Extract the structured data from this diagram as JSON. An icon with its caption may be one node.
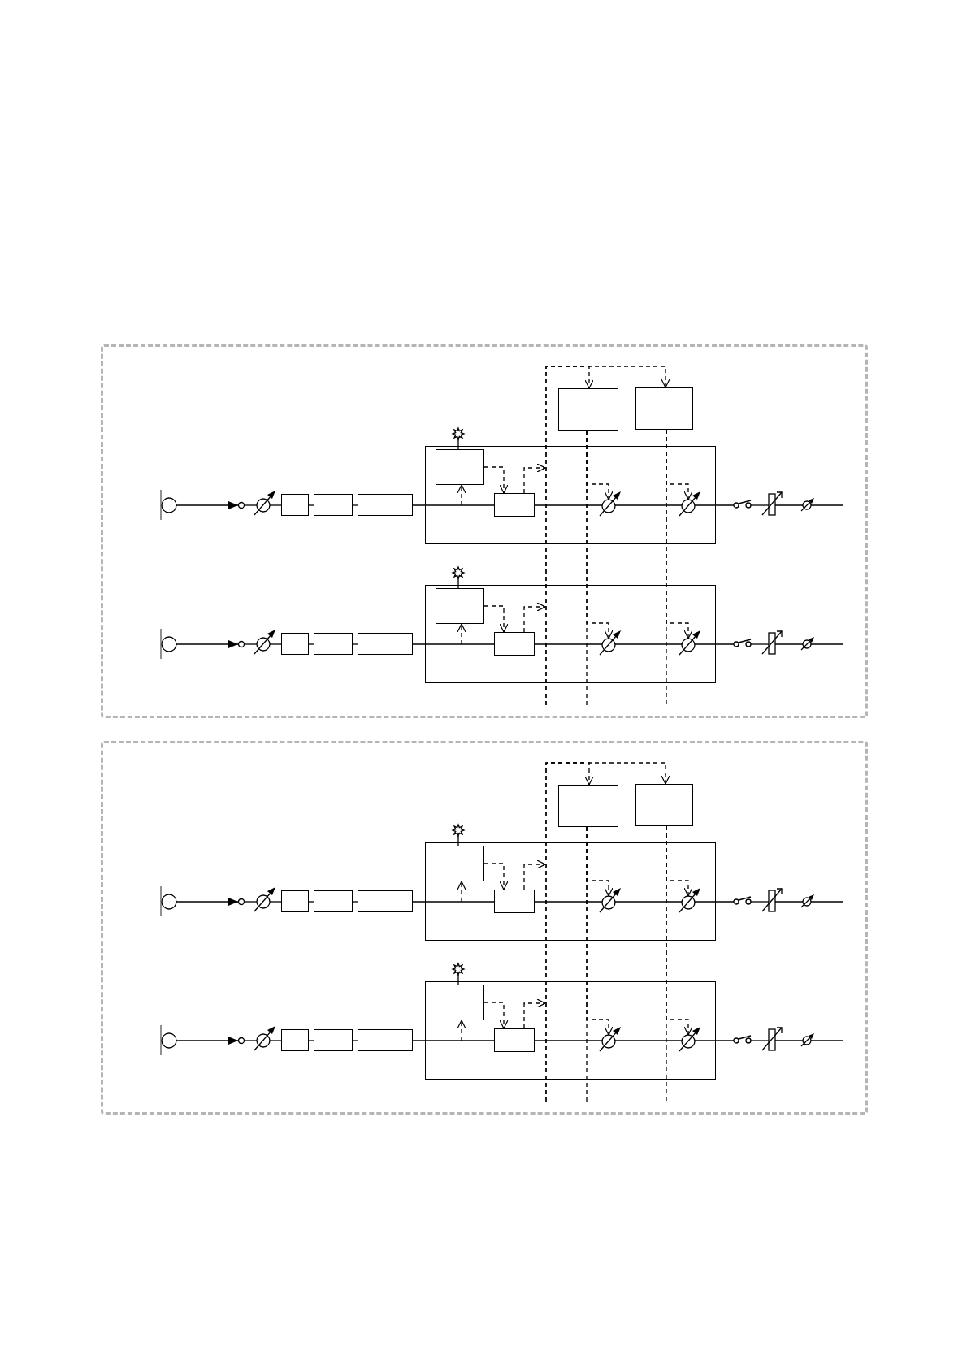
{
  "diagram": {
    "nodes": [
      {
        "text": [],
        "shape": "box"
      },
      {
        "text": [],
        "shape": "box",
        "in": 0
      },
      {
        "text": [],
        "shape": "box",
        "in": 0
      },
      {
        "text": [],
        "shape": "box",
        "in": 0
      },
      {
        "text": [],
        "shape": "box",
        "in": 3
      },
      {
        "text": [],
        "shape": "box",
        "in": 3
      },
      {
        "text": [],
        "shape": "star",
        "in": 0
      },
      {
        "text": [],
        "shape": "circle",
        "in": 0
      },
      {
        "text": [],
        "shape": "circle",
        "in": 0
      },
      {
        "text": [],
        "shape": "circle",
        "in": 0
      },
      {
        "text": [],
        "shape": "box",
        "in": 0
      },
      {
        "text": [],
        "shape": "box",
        "in": 0
      },
      {
        "text": [],
        "shape": "box",
        "in": 0
      },
      {
        "text": [],
        "shape": "circle",
        "in": 3
      },
      {
        "text": [],
        "shape": "circle",
        "in": 3
      },
      {
        "text": [],
        "shape": "switch",
        "in": 0
      },
      {
        "text": [],
        "shape": "box",
        "in": 0
      },
      {
        "text": [],
        "shape": "circle",
        "in": 0
      },
      {
        "text": [],
        "shape": "box",
        "in": 0
      },
      {
        "text": [],
        "shape": "box",
        "in": 18
      },
      {
        "text": [],
        "shape": "box",
        "in": 18
      },
      {
        "text": [],
        "shape": "star",
        "in": 0
      },
      {
        "text": [],
        "shape": "circle",
        "in": 0
      },
      {
        "text": [],
        "shape": "circle",
        "in": 0
      },
      {
        "text": [],
        "shape": "circle",
        "in": 0
      },
      {
        "text": [],
        "shape": "box",
        "in": 0
      },
      {
        "text": [],
        "shape": "box",
        "in": 0
      },
      {
        "text": [],
        "shape": "box",
        "in": 0
      },
      {
        "text": [],
        "shape": "circle",
        "in": 18
      },
      {
        "text": [],
        "shape": "circle",
        "in": 18
      },
      {
        "text": [],
        "shape": "switch",
        "in": 0
      },
      {
        "text": [],
        "shape": "box",
        "in": 0
      },
      {
        "text": [],
        "shape": "circle",
        "in": 0
      },
      {
        "text": [],
        "shape": "box"
      },
      {
        "text": [],
        "shape": "box",
        "in": 33
      },
      {
        "text": [],
        "shape": "box",
        "in": 33
      },
      {
        "text": [],
        "shape": "box",
        "in": 33
      },
      {
        "text": [],
        "shape": "box",
        "in": 36
      },
      {
        "text": [],
        "shape": "box",
        "in": 36
      },
      {
        "text": [],
        "shape": "star",
        "in": 33
      },
      {
        "text": [],
        "shape": "circle",
        "in": 33
      },
      {
        "text": [],
        "shape": "circle",
        "in": 33
      },
      {
        "text": [],
        "shape": "circle",
        "in": 33
      },
      {
        "text": [],
        "shape": "box",
        "in": 33
      },
      {
        "text": [],
        "shape": "box",
        "in": 33
      },
      {
        "text": [],
        "shape": "box",
        "in": 33
      },
      {
        "text": [],
        "shape": "circle",
        "in": 36
      },
      {
        "text": [],
        "shape": "circle",
        "in": 36
      },
      {
        "text": [],
        "shape": "switch",
        "in": 33
      },
      {
        "text": [],
        "shape": "box",
        "in": 33
      },
      {
        "text": [],
        "shape": "circle",
        "in": 33
      },
      {
        "text": [],
        "shape": "box",
        "in": 33
      },
      {
        "text": [],
        "shape": "box",
        "in": 51
      },
      {
        "text": [],
        "shape": "box",
        "in": 51
      },
      {
        "text": [],
        "shape": "star",
        "in": 33
      },
      {
        "text": [],
        "shape": "circle",
        "in": 33
      },
      {
        "text": [],
        "shape": "circle",
        "in": 33
      },
      {
        "text": [],
        "shape": "circle",
        "in": 33
      },
      {
        "text": [],
        "shape": "box",
        "in": 33
      },
      {
        "text": [],
        "shape": "box",
        "in": 33
      },
      {
        "text": [],
        "shape": "box",
        "in": 33
      },
      {
        "text": [],
        "shape": "circle",
        "in": 51
      },
      {
        "text": [],
        "shape": "circle",
        "in": 51
      },
      {
        "text": [],
        "shape": "switch",
        "in": 33
      },
      {
        "text": [],
        "shape": "box",
        "in": 33
      },
      {
        "text": [],
        "shape": "circle",
        "in": 33
      }
    ],
    "edges": [
      {
        "from": 7,
        "to": 8,
        "arrow": "to"
      },
      {
        "from": 8,
        "to": 9,
        "arrow": "none"
      },
      {
        "from": 9,
        "to": 10,
        "arrow": "none"
      },
      {
        "from": 10,
        "to": 11,
        "arrow": "none"
      },
      {
        "from": 11,
        "to": 12,
        "arrow": "none"
      },
      {
        "from": 12,
        "to": 5,
        "arrow": "none"
      },
      {
        "from": 5,
        "to": 13,
        "arrow": "none"
      },
      {
        "from": 13,
        "to": 14,
        "arrow": "none"
      },
      {
        "from": 14,
        "to": 15,
        "arrow": "none"
      },
      {
        "from": 15,
        "to": 16,
        "arrow": "none"
      },
      {
        "from": 16,
        "to": 17,
        "arrow": "none"
      },
      {
        "from": 17,
        "to": null,
        "arrow": "none"
      },
      {
        "from": 4,
        "to": 6,
        "arrow": "none"
      },
      {
        "from": null,
        "to": 4,
        "arrow": "to",
        "style": "dashed"
      },
      {
        "from": 4,
        "to": 5,
        "arrow": "to",
        "style": "dashed"
      },
      {
        "from": 5,
        "to": null,
        "arrow": "to",
        "style": "dashed"
      },
      {
        "from": 22,
        "to": 23,
        "arrow": "to"
      },
      {
        "from": 23,
        "to": 24,
        "arrow": "none"
      },
      {
        "from": 24,
        "to": 25,
        "arrow": "none"
      },
      {
        "from": 25,
        "to": 26,
        "arrow": "none"
      },
      {
        "from": 26,
        "to": 27,
        "arrow": "none"
      },
      {
        "from": 27,
        "to": 20,
        "arrow": "none"
      },
      {
        "from": 20,
        "to": 28,
        "arrow": "none"
      },
      {
        "from": 28,
        "to": 29,
        "arrow": "none"
      },
      {
        "from": 29,
        "to": 30,
        "arrow": "none"
      },
      {
        "from": 30,
        "to": 31,
        "arrow": "none"
      },
      {
        "from": 31,
        "to": 32,
        "arrow": "none"
      },
      {
        "from": 32,
        "to": null,
        "arrow": "none"
      },
      {
        "from": 19,
        "to": 21,
        "arrow": "none"
      },
      {
        "from": null,
        "to": 19,
        "arrow": "to",
        "style": "dashed"
      },
      {
        "from": 19,
        "to": 20,
        "arrow": "to",
        "style": "dashed"
      },
      {
        "from": 20,
        "to": null,
        "arrow": "to",
        "style": "dashed"
      },
      {
        "from": null,
        "to": 1,
        "arrow": "to",
        "style": "dashed"
      },
      {
        "from": null,
        "to": 2,
        "arrow": "to",
        "style": "dashed"
      },
      {
        "from": 1,
        "to": 13,
        "arrow": "to",
        "style": "dashed"
      },
      {
        "from": 1,
        "to": 28,
        "arrow": "to",
        "style": "dashed"
      },
      {
        "from": 2,
        "to": 14,
        "arrow": "to",
        "style": "dashed"
      },
      {
        "from": 2,
        "to": 29,
        "arrow": "to",
        "style": "dashed"
      },
      {
        "from": 1,
        "to": null,
        "arrow": "none",
        "style": "dashed"
      },
      {
        "from": 2,
        "to": null,
        "arrow": "none",
        "style": "dashed"
      },
      {
        "from": 40,
        "to": 41,
        "arrow": "to"
      },
      {
        "from": 41,
        "to": 42,
        "arrow": "none"
      },
      {
        "from": 42,
        "to": 43,
        "arrow": "none"
      },
      {
        "from": 43,
        "to": 44,
        "arrow": "none"
      },
      {
        "from": 44,
        "to": 45,
        "arrow": "none"
      },
      {
        "from": 45,
        "to": 38,
        "arrow": "none"
      },
      {
        "from": 38,
        "to": 46,
        "arrow": "none"
      },
      {
        "from": 46,
        "to": 47,
        "arrow": "none"
      },
      {
        "from": 47,
        "to": 48,
        "arrow": "none"
      },
      {
        "from": 48,
        "to": 49,
        "arrow": "none"
      },
      {
        "from": 49,
        "to": 50,
        "arrow": "none"
      },
      {
        "from": 50,
        "to": null,
        "arrow": "none"
      },
      {
        "from": 37,
        "to": 39,
        "arrow": "none"
      },
      {
        "from": null,
        "to": 37,
        "arrow": "to",
        "style": "dashed"
      },
      {
        "from": 37,
        "to": 38,
        "arrow": "to",
        "style": "dashed"
      },
      {
        "from": 38,
        "to": null,
        "arrow": "to",
        "style": "dashed"
      },
      {
        "from": 55,
        "to": 56,
        "arrow": "to"
      },
      {
        "from": 56,
        "to": 57,
        "arrow": "none"
      },
      {
        "from": 57,
        "to": 58,
        "arrow": "none"
      },
      {
        "from": 58,
        "to": 59,
        "arrow": "none"
      },
      {
        "from": 59,
        "to": 60,
        "arrow": "none"
      },
      {
        "from": 60,
        "to": 53,
        "arrow": "none"
      },
      {
        "from": 53,
        "to": 61,
        "arrow": "none"
      },
      {
        "from": 61,
        "to": 62,
        "arrow": "none"
      },
      {
        "from": 62,
        "to": 63,
        "arrow": "none"
      },
      {
        "from": 63,
        "to": 64,
        "arrow": "none"
      },
      {
        "from": 64,
        "to": 65,
        "arrow": "none"
      },
      {
        "from": 65,
        "to": null,
        "arrow": "none"
      },
      {
        "from": 52,
        "to": 54,
        "arrow": "none"
      },
      {
        "from": null,
        "to": 52,
        "arrow": "to",
        "style": "dashed"
      },
      {
        "from": 52,
        "to": 53,
        "arrow": "to",
        "style": "dashed"
      },
      {
        "from": 53,
        "to": null,
        "arrow": "to",
        "style": "dashed"
      },
      {
        "from": null,
        "to": 34,
        "arrow": "to",
        "style": "dashed"
      },
      {
        "from": null,
        "to": 35,
        "arrow": "to",
        "style": "dashed"
      },
      {
        "from": 34,
        "to": 46,
        "arrow": "to",
        "style": "dashed"
      },
      {
        "from": 34,
        "to": 61,
        "arrow": "to",
        "style": "dashed"
      },
      {
        "from": 35,
        "to": 47,
        "arrow": "to",
        "style": "dashed"
      },
      {
        "from": 35,
        "to": 62,
        "arrow": "to",
        "style": "dashed"
      },
      {
        "from": 34,
        "to": null,
        "arrow": "none",
        "style": "dashed"
      },
      {
        "from": 35,
        "to": null,
        "arrow": "none",
        "style": "dashed"
      }
    ]
  }
}
